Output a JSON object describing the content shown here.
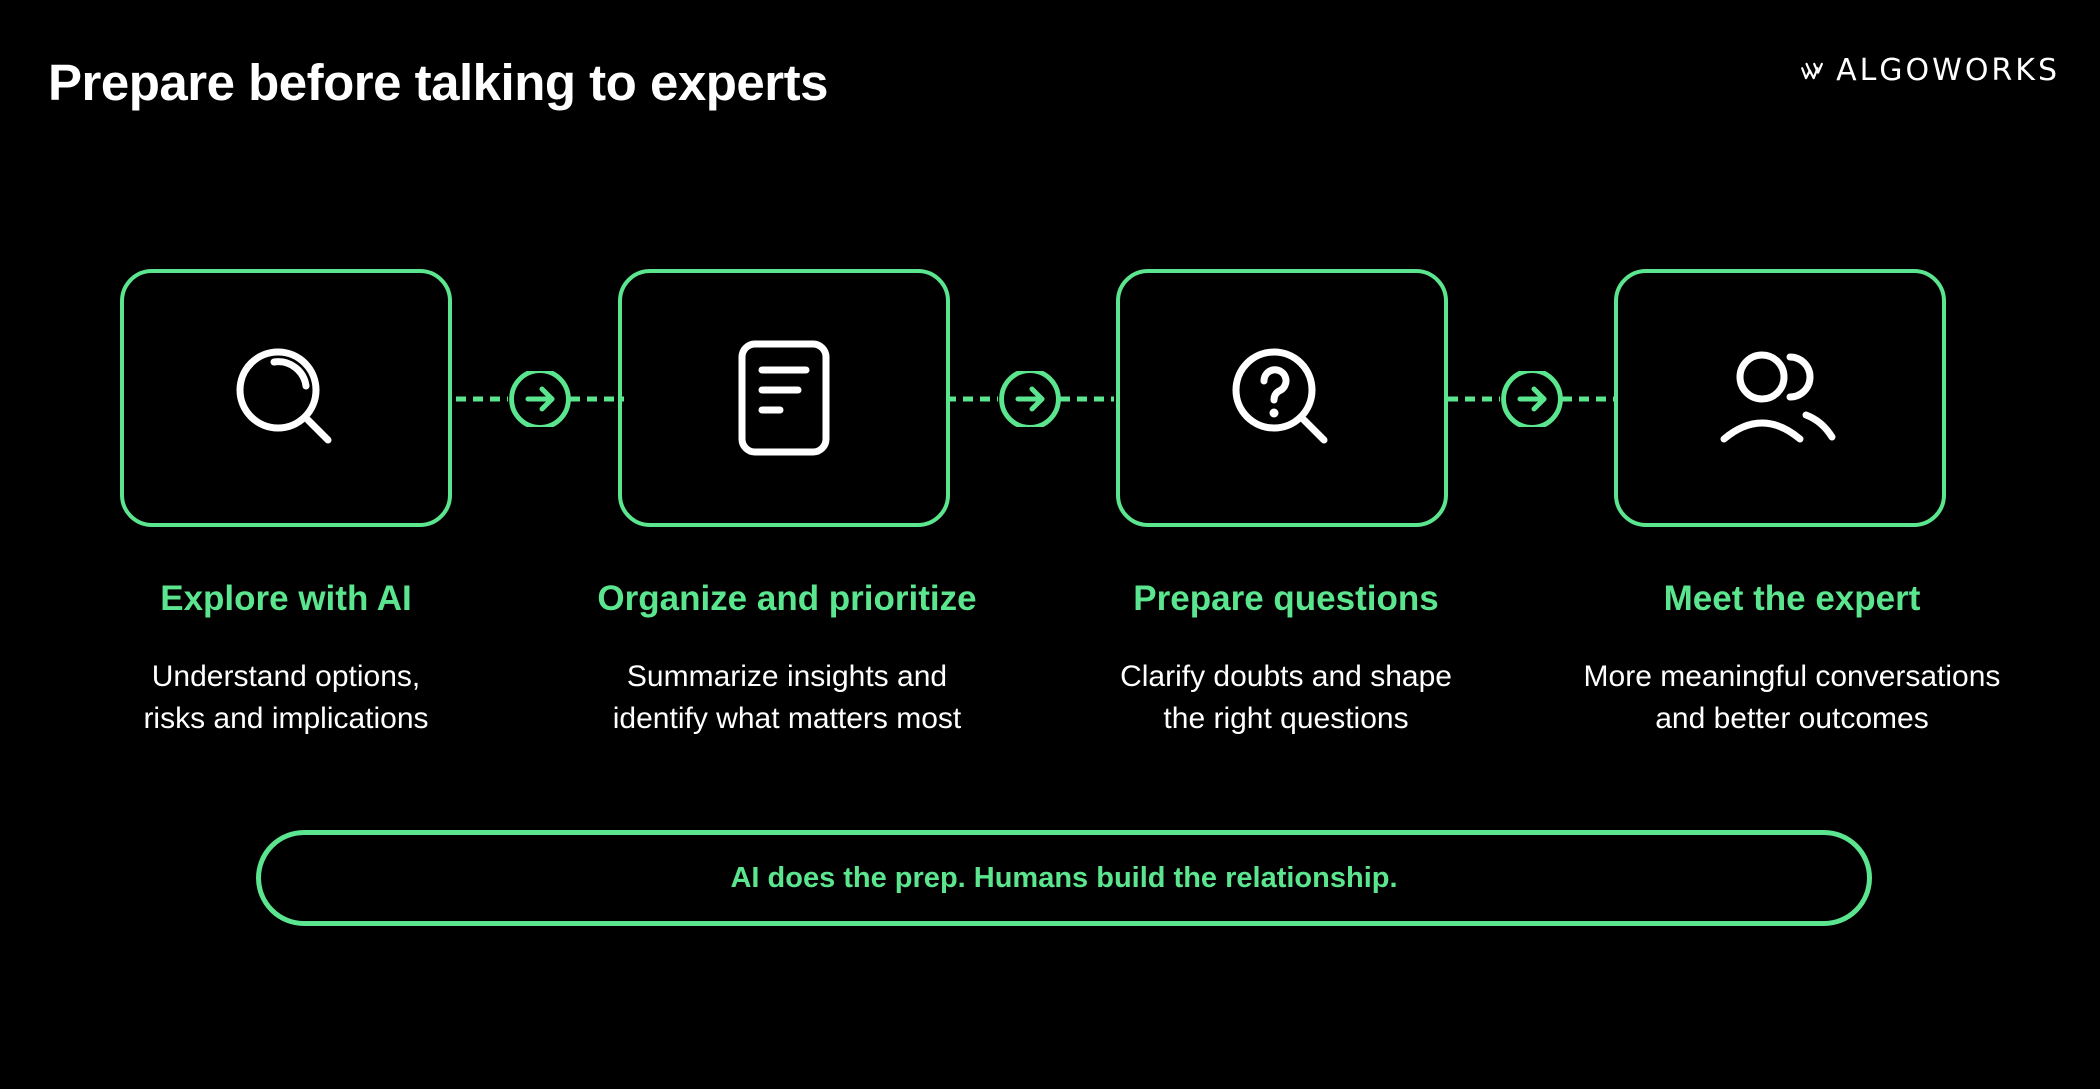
{
  "header": {
    "title": "Prepare before talking to experts",
    "logo_text": "ALGOWORKS"
  },
  "colors": {
    "background": "#000000",
    "accent": "#5be58e",
    "text": "#ffffff"
  },
  "steps": [
    {
      "icon": "search-icon",
      "title": "Explore with AI",
      "description": "Understand options,\nrisks and implications"
    },
    {
      "icon": "document-icon",
      "title": "Organize and prioritize",
      "description": "Summarize insights and\nidentify what matters most"
    },
    {
      "icon": "search-question-icon",
      "title": "Prepare questions",
      "description": "Clarify doubts and shape\nthe right questions"
    },
    {
      "icon": "users-icon",
      "title": "Meet the expert",
      "description": "More meaningful conversations\nand better outcomes"
    }
  ],
  "tagline": "AI does the prep. Humans build the relationship."
}
